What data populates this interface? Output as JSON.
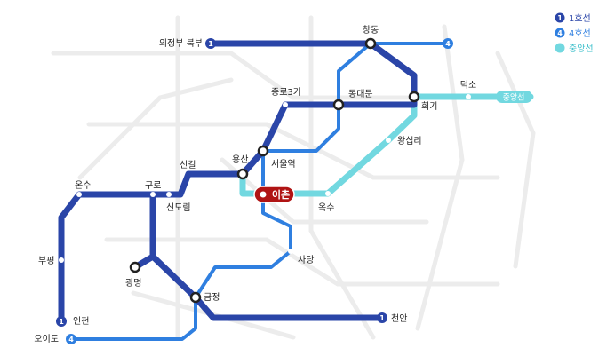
{
  "legend": [
    {
      "badge": "1",
      "label": "1호선",
      "color": "#2a45a8"
    },
    {
      "badge": "4",
      "label": "4호선",
      "color": "#2f7fe0"
    },
    {
      "badge": "",
      "label": "중앙선",
      "color": "#72d8e0"
    }
  ],
  "stations": {
    "uijeongbu": "의정부 북부",
    "changdong": "창동",
    "jongno3ga": "종로3가",
    "dongdaemun": "동대문",
    "hoegi": "회기",
    "deokso": "덕소",
    "jungangseon": "중앙선",
    "wangsimni": "왕십리",
    "singil": "신길",
    "yongsan": "용산",
    "seoulyeok": "서울역",
    "eunsu": "온수",
    "guro": "구로",
    "sindorim": "신도림",
    "ichon": "이촌",
    "oksu": "옥수",
    "sadang": "사당",
    "bupyeong": "부평",
    "gwangmyeong": "광명",
    "geumjeong": "금정",
    "incheon": "인천",
    "cheonan": "천안",
    "oido": "오이도"
  },
  "badges": {
    "uijeongbu": "1",
    "changdong_end": "4",
    "incheon": "1",
    "cheonan": "1",
    "oido": "4"
  },
  "colors": {
    "line1": "#2a45a8",
    "line4": "#2f7fe0",
    "jungang": "#72d8e0",
    "current": "#b01414"
  }
}
